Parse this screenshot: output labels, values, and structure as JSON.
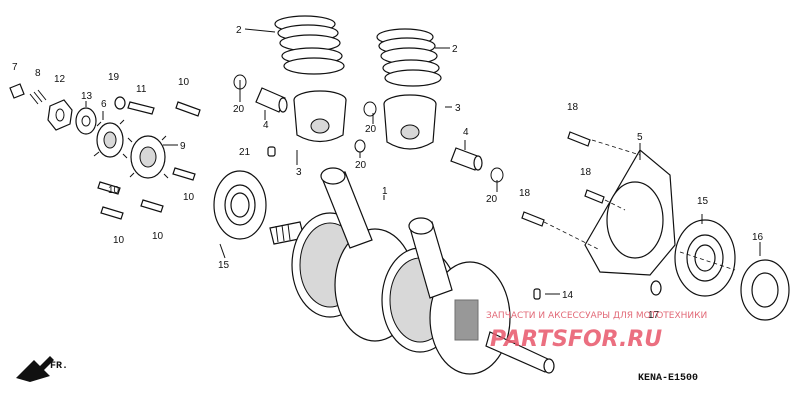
{
  "callouts": [
    "1",
    "2",
    "3",
    "4",
    "5",
    "6",
    "7",
    "8",
    "9",
    "10",
    "11",
    "12",
    "13",
    "14",
    "15",
    "16",
    "17",
    "18",
    "19",
    "20",
    "21"
  ],
  "diagram_code": "KENA-E1500",
  "front_marker": "FR.",
  "watermark": {
    "text": "ЗАПЧАСТИ И АКСЕССУАРЫ ДЛЯ МОТОТЕХНИКИ",
    "logo": "PARTSFOR.RU"
  }
}
